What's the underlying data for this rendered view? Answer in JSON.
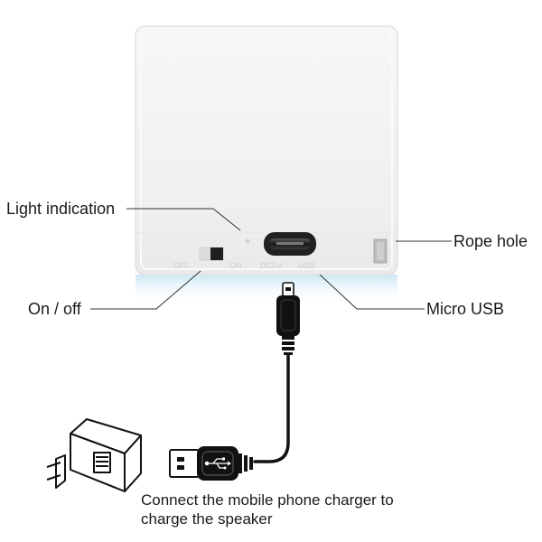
{
  "callouts": {
    "light_indication": "Light indication",
    "rope_hole": "Rope hole",
    "on_off": "On / off",
    "micro_usb": "Micro USB"
  },
  "device_markings": {
    "off": "OFF",
    "on": "ON",
    "dc5v": "DC5V",
    "usb": "USB"
  },
  "caption": {
    "line1": "Connect the mobile phone charger to",
    "line2": "charge the speaker"
  },
  "colors": {
    "device_body": "#f4f4f4",
    "device_edge": "#e2e2e2",
    "base_glow": "#d6ecf7",
    "line": "#222222",
    "port": "#1c1c1c"
  },
  "icons": {
    "usb_symbol": "usb-icon",
    "wall_adapter": "wall-adapter-icon"
  }
}
